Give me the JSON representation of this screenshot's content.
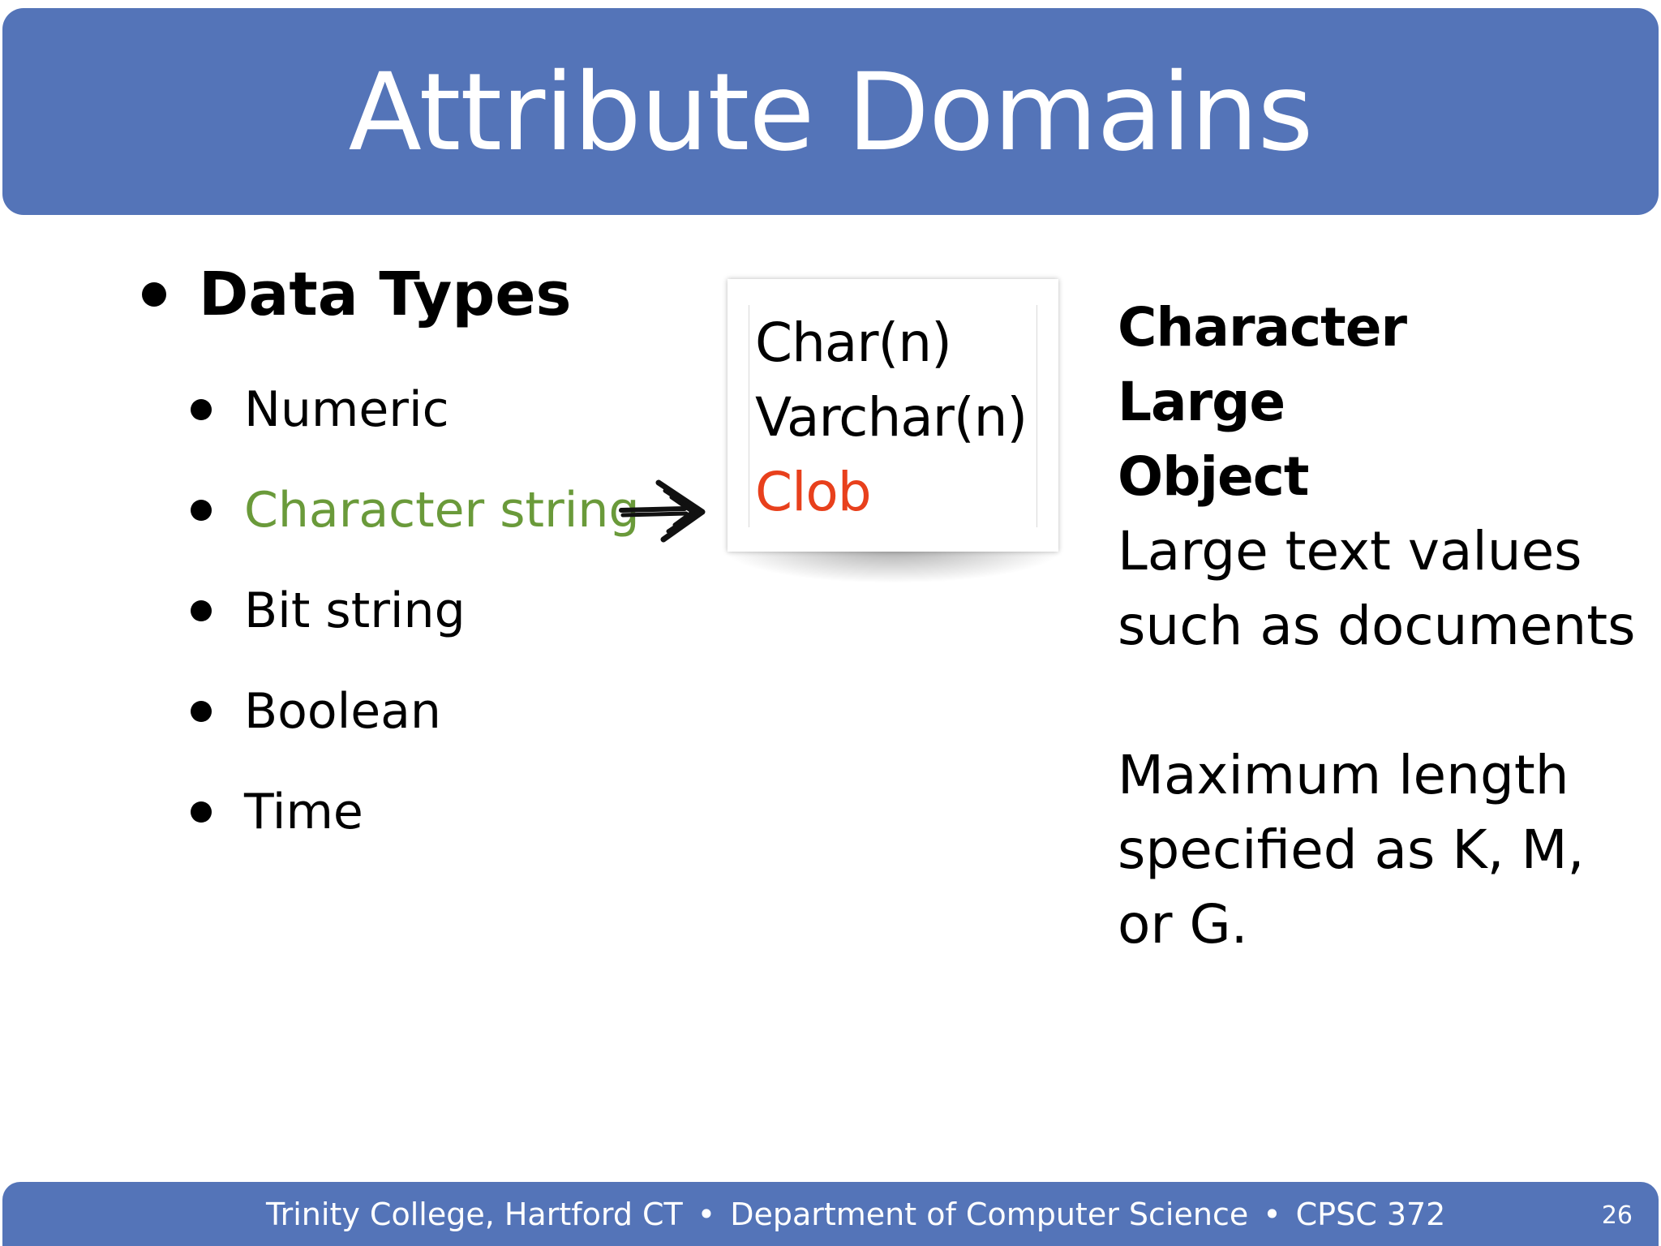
{
  "title": "Attribute Domains",
  "bullets": {
    "main": "Data Types",
    "items": [
      {
        "label": "Numeric",
        "color": "#000000"
      },
      {
        "label": "Character string",
        "color": "#6a9a3a"
      },
      {
        "label": "Bit string",
        "color": "#000000"
      },
      {
        "label": "Boolean",
        "color": "#000000"
      },
      {
        "label": "Time",
        "color": "#000000"
      }
    ]
  },
  "types_card": {
    "lines": [
      {
        "text": "Char(n)",
        "color": "#000000"
      },
      {
        "text": "Varchar(n)",
        "color": "#000000"
      },
      {
        "text": "Clob",
        "color": "#e8401c"
      }
    ]
  },
  "description": {
    "bold_lines": [
      "Character",
      "Large",
      "Object"
    ],
    "text1": [
      "Large text values",
      "such as documents"
    ],
    "text2": [
      "Maximum length",
      "specified as K, M,",
      "or G."
    ]
  },
  "footer": {
    "institution": "Trinity College, Hartford CT",
    "department": "Department of Computer Science",
    "course": "CPSC 372",
    "separator": "•",
    "slide_number": "26"
  },
  "colors": {
    "accent_bar": "#5474b8",
    "highlight_green": "#6a9a3a",
    "highlight_red": "#e8401c"
  }
}
